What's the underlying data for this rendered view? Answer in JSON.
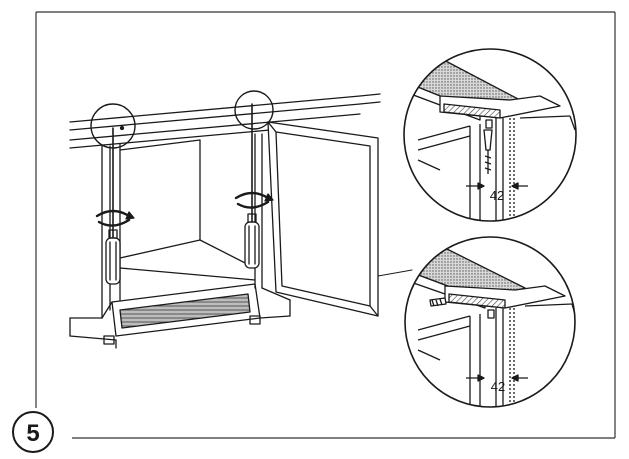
{
  "figure": {
    "step_number": "5",
    "detail_top": {
      "dimension_label": "42"
    },
    "detail_bottom": {
      "dimension_label": "42"
    }
  },
  "colors": {
    "line": "#1a1a1a",
    "frame": "#333333",
    "background": "#ffffff",
    "hatch_gray": "#9a9a9a"
  }
}
